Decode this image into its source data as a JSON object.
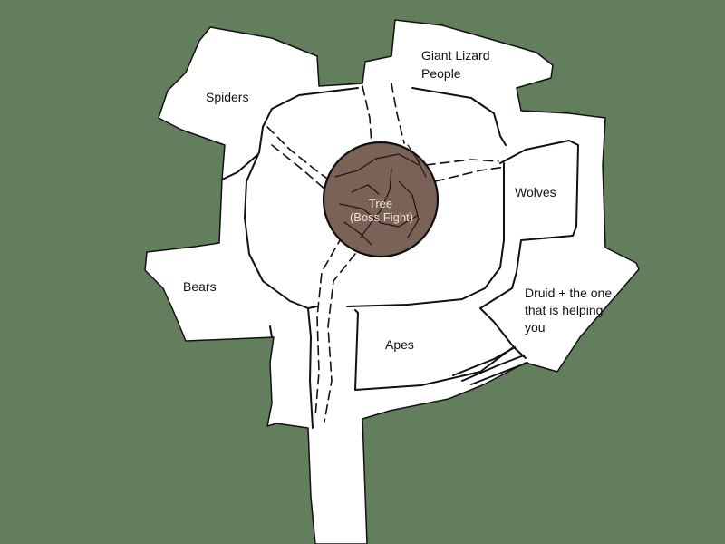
{
  "colors": {
    "background": "#637e5c",
    "floor": "#ffffff",
    "outline": "#111111",
    "tree": "#7b6257",
    "tree_label": "#e9e2dc"
  },
  "regions": {
    "spiders": "Spiders",
    "giant_lizard_people_line1": "Giant Lizard",
    "giant_lizard_people_line2": "People",
    "wolves": "Wolves",
    "bears": "Bears",
    "apes": "Apes",
    "druid_line1": "Druid + the one",
    "druid_line2": "that is helping",
    "druid_line3": "you"
  },
  "tree": {
    "line1": "Tree",
    "line2": "(Boss Fight)"
  }
}
